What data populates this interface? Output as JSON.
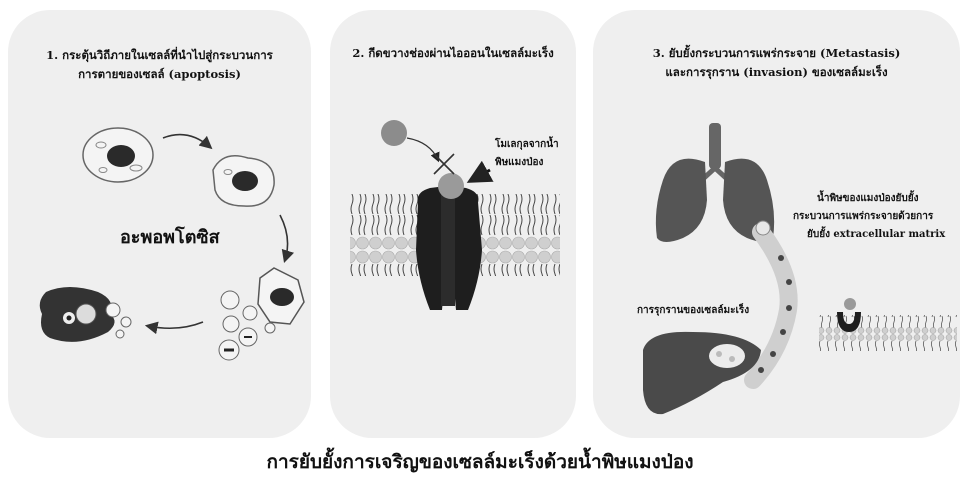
{
  "panels": [
    {
      "title_line1": "1. กระตุ้นวิถีภายในเซลล์ที่นำไปสู่กระบวนการ",
      "title_line2": "การตายของเซลล์ (apoptosis)",
      "center_label": "อะพอพโตซิส"
    },
    {
      "title_line1": "2. กีดขวางช่องผ่านไอออนในเซลล์มะเร็ง",
      "venom_label_line1": "โมเลกุลจากน้ำ",
      "venom_label_line2": "พิษแมงป่อง"
    },
    {
      "title_line1": "3. ยับยั้งกระบวนการแพร่กระจาย (Metastasis)",
      "title_line2": "และการรุกราน (invasion) ของเซลล์มะเร็ง",
      "inhibit_line1": "น้ำพิษของแมงป่องยับยั้ง",
      "inhibit_line2": "กระบวนการแพร่กระจายด้วยการ",
      "inhibit_line3": "ยับยั้ง extracellular matrix",
      "invasion_label": "การรุกรานของเซลล์มะเร็ง"
    }
  ],
  "caption": "การยับยั้งการเจริญของเซลล์มะเร็งด้วยน้ำพิษแมงป่อง",
  "colors": {
    "panel_bg": "#efefef",
    "dark": "#1e1e1e",
    "venom_ball": "#9a9a9a",
    "lipid_head": "#cfcfcf"
  }
}
